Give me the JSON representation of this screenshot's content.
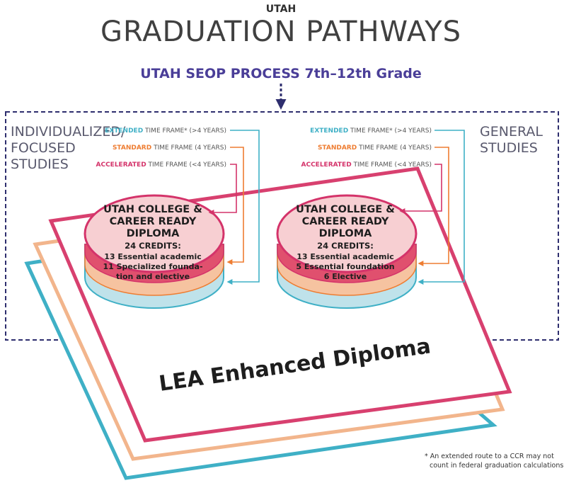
{
  "header": {
    "kicker": "UTAH",
    "title": "GRADUATION PATHWAYS",
    "process": "UTAH SEOP PROCESS  7th–12th Grade"
  },
  "left_group": {
    "label_lines": [
      "INDIVIDUALIZED/",
      "FOCUSED",
      "STUDIES"
    ],
    "timeframes": [
      {
        "key": "EXTENDED",
        "rest": " TIME FRAME* (>4 YEARS)"
      },
      {
        "key": "STANDARD",
        "rest": " TIME FRAME (4 YEARS)"
      },
      {
        "key": "ACCELERATED",
        "rest": " TIME FRAME (<4 YEARS)"
      }
    ],
    "diploma": {
      "title_lines": [
        "UTAH COLLEGE &",
        "CAREER READY",
        "DIPLOMA"
      ],
      "credits": "24 CREDITS:",
      "detail_lines": [
        "13 Essential academic",
        "11 Specialized founda-",
        "tion and elective"
      ]
    }
  },
  "right_group": {
    "label_lines": [
      "GENERAL",
      "STUDIES"
    ],
    "timeframes": [
      {
        "key": "EXTENDED",
        "rest": " TIME FRAME* (>4 YEARS)"
      },
      {
        "key": "STANDARD",
        "rest": " TIME FRAME (4 YEARS)"
      },
      {
        "key": "ACCELERATED",
        "rest": " TIME FRAME (<4 YEARS)"
      }
    ],
    "diploma": {
      "title_lines": [
        "UTAH COLLEGE &",
        "CAREER READY",
        "DIPLOMA"
      ],
      "credits": "24 CREDITS:",
      "detail_lines": [
        "13 Essential academic",
        "5 Essential foundation",
        "6 Elective"
      ]
    }
  },
  "enhanced_label": "LEA Enhanced Diploma",
  "footnote_lines": [
    "* An extended route to a CCR may not",
    "count in federal graduation calculations."
  ],
  "colors": {
    "navy": "#2e2e6e",
    "purple": "#4a3e98",
    "gray": "#4b4b4b",
    "extended": "#3fb0c6",
    "standard": "#ee7d32",
    "accelerated": "#d4336a",
    "magenta": "#d8406f",
    "disc_top": "#f7cfd2"
  }
}
